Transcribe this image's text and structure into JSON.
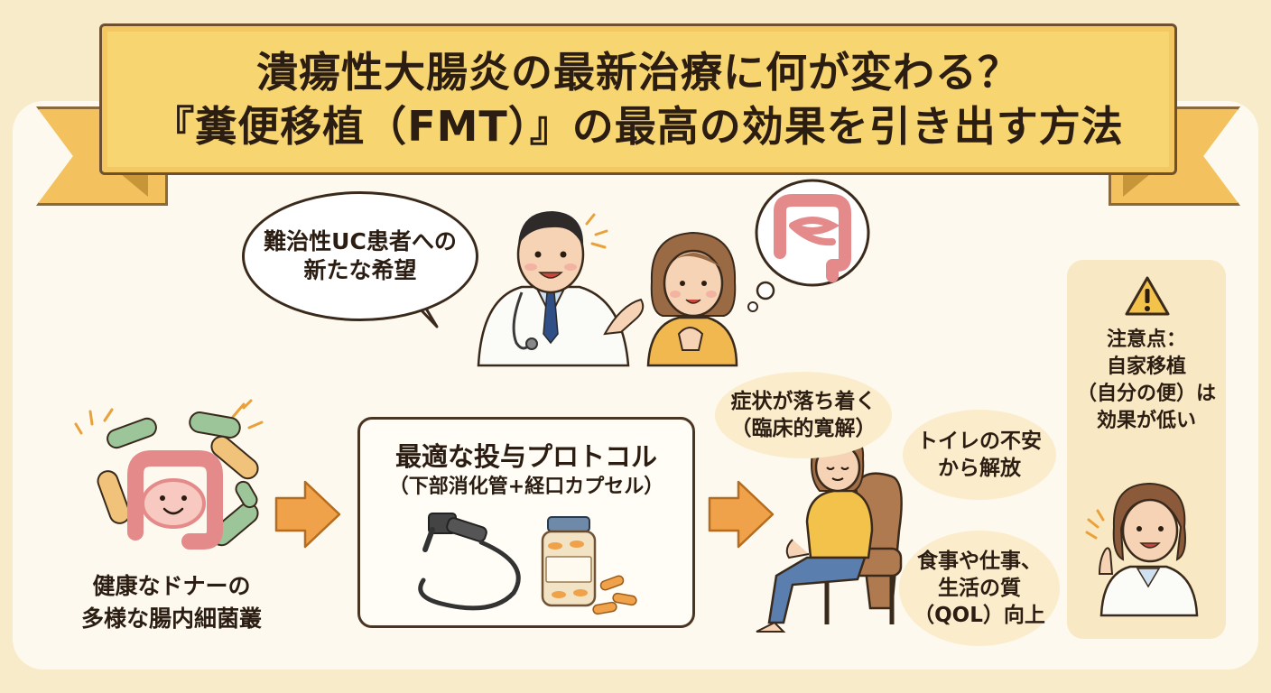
{
  "title": {
    "line1": "潰瘍性大腸炎の最新治療に何が変わる？",
    "line2": "『糞便移植（FMT）』の最高の効果を引き出す方法"
  },
  "hope_bubble": {
    "line1": "難治性UC患者への",
    "line2": "新たな希望"
  },
  "donor": {
    "line1": "健康なドナーの",
    "line2": "多様な腸内細菌叢"
  },
  "protocol": {
    "title": "最適な投与プロトコル",
    "subtitle": "（下部消化管+経口カプセル）"
  },
  "benefits": [
    {
      "line1": "症状が落ち着く",
      "line2": "（臨床的寛解）"
    },
    {
      "line1": "トイレの不安",
      "line2": "から解放"
    },
    {
      "line1": "食事や仕事、",
      "line2": "生活の質",
      "line3": "（QOL）向上"
    }
  ],
  "caution": {
    "line1": "注意点：",
    "line2": "自家移植",
    "line3": "（自分の便）は",
    "line4": "効果が低い"
  },
  "icons": [
    "warning-icon",
    "doctor-illustration",
    "patient-illustration",
    "intestine-icon",
    "bacteria-icon",
    "endoscope-icon",
    "capsule-bottle-icon",
    "relaxed-patient-illustration",
    "nurse-illustration",
    "arrow-icon"
  ],
  "colors": {
    "banner": "#f7d570",
    "accent_arrow": "#f0a24a",
    "background": "#f8ebc9",
    "caution_box": "#f8e8c3"
  }
}
